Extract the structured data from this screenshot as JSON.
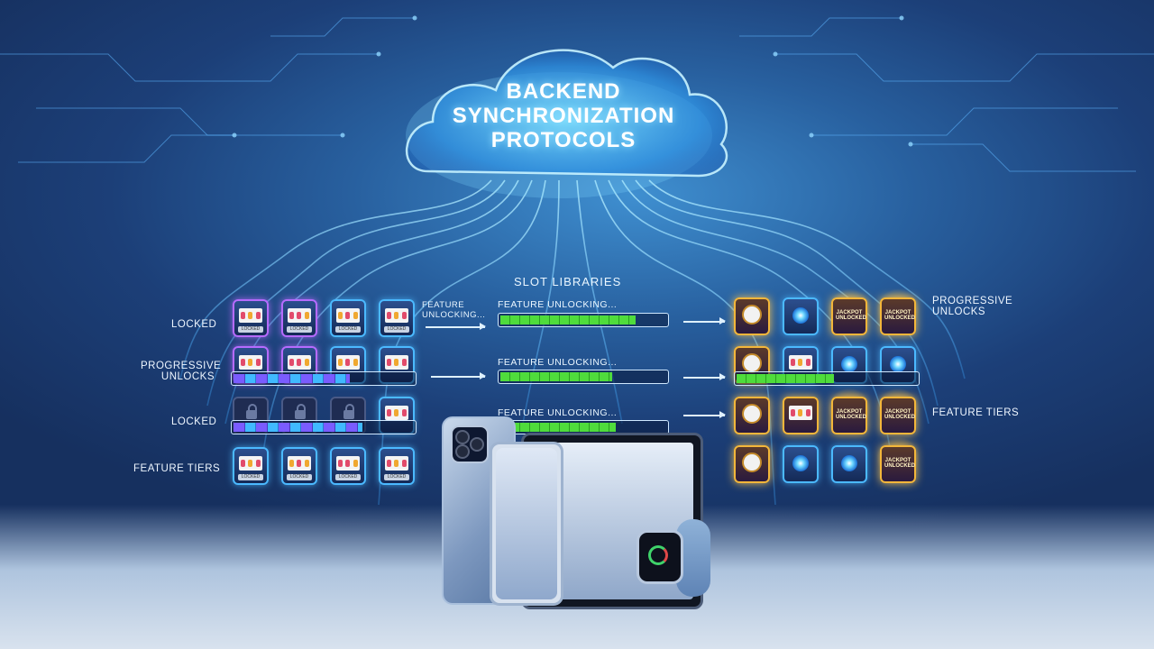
{
  "cloud": {
    "title_lines": [
      "Backend",
      "Synchronization",
      "Protocols"
    ]
  },
  "section_label": "SLOT LIBRARIES",
  "left_rows": [
    {
      "label": "LOCKED"
    },
    {
      "label": "PROGRESSIVE UNLOCKS"
    },
    {
      "label": "LOCKED"
    },
    {
      "label": "FEATURE TIERS"
    }
  ],
  "left_progress": [
    {
      "row": 2,
      "fill": 0.65
    },
    {
      "row": 3,
      "fill": 0.72
    }
  ],
  "middle": [
    {
      "caption": "FEATURE UNLOCKING...",
      "fill": 0.82
    },
    {
      "caption": "FEATURE UNLOCKING...",
      "fill": 0.68
    },
    {
      "caption": "FEATURE UNLOCKING...",
      "fill": 0.7
    }
  ],
  "first_row_note": "FEATURE UNLOCKING...",
  "right_rows": [
    {
      "label": "PROGRESSIVE UNLOCKS"
    },
    {
      "label": ""
    },
    {
      "label": "FEATURE TIERS"
    },
    {
      "label": ""
    }
  ],
  "right_progress": {
    "fill": 0.55
  },
  "tile_tags": {
    "locked": "LOCKED",
    "jackpot": "JACKPOT UNLOCKED"
  },
  "colors": {
    "accent": "#4bb9ff",
    "progress_green": "#4fdc3c",
    "gold": "#f3b63a",
    "purple": "#b66bff"
  },
  "icons": [
    "slot-machine-icon",
    "lock-icon",
    "clock-icon",
    "orb-icon",
    "jackpot-icon"
  ],
  "devices": [
    "phone",
    "tablet",
    "smartwatch"
  ]
}
